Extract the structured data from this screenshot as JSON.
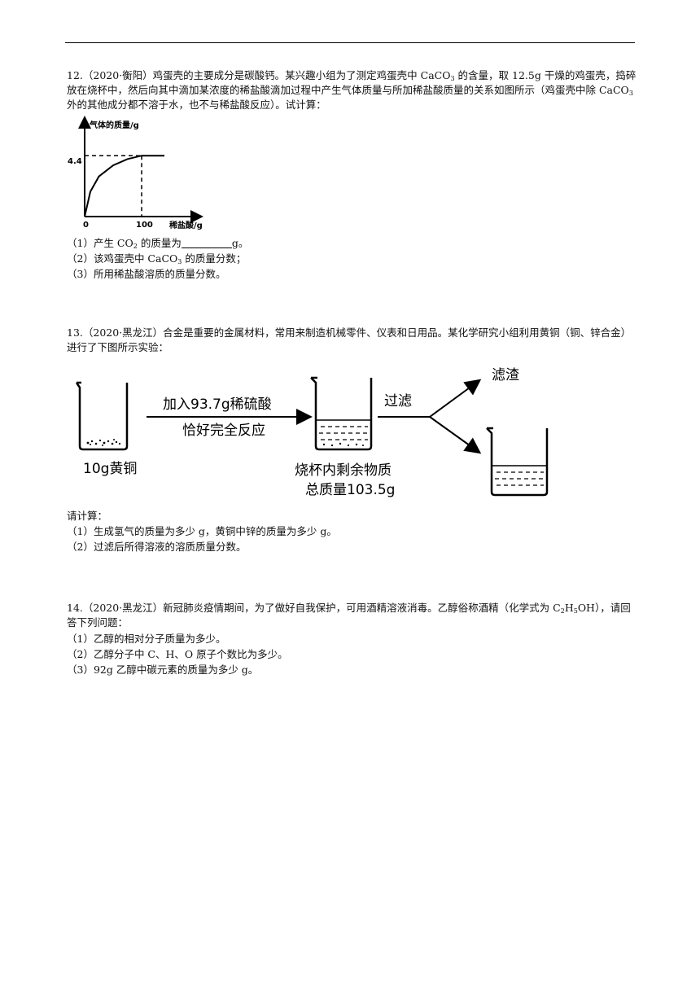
{
  "q12": {
    "text_a": "12.（2020·衡阳）鸡蛋壳的主要成分是碳酸钙。某兴趣小组为了测定鸡蛋壳中 CaCO",
    "text_b": " 的含量，取 12.5g 干燥的鸡蛋壳，捣碎放在烧杯中，然后向其中滴加某浓度的稀盐酸滴加过程中产生气体质量与所加稀盐酸质量的关系如图所示（鸡蛋壳中除 CaCO",
    "text_c": " 外的其他成分都不溶于水，也不与稀盐酸反应）。试计算：",
    "sub3": "3",
    "sub2": "2",
    "chart_data": {
      "type": "line",
      "ylabel": "气体的质量/g",
      "xlabel": "稀盐酸/g",
      "origin_label": "0",
      "x_tick": "100",
      "y_tick": "4.4",
      "series": [
        {
          "x": [
            0,
            10,
            25,
            50,
            75,
            100,
            140
          ],
          "y": [
            0,
            1.8,
            2.9,
            3.7,
            4.15,
            4.4,
            4.4
          ]
        }
      ]
    },
    "sub1_a": "（1）产生 CO",
    "sub1_b": " 的质量为",
    "sub1_c": "g。",
    "sub2_a": "（2）该鸡蛋壳中 CaCO",
    "sub2_b": " 的质量分数；",
    "sub3_text": "（3）所用稀盐酸溶质的质量分数。"
  },
  "q13": {
    "text": "13.（2020·黑龙江）合金是重要的金属材料，常用来制造机械零件、仪表和日用品。某化学研究小组利用黄铜（铜、锌合金）进行了下图所示实验：",
    "diagram": {
      "beaker1_label": "10g黄铜",
      "arrow1_line1": "加入93.7g稀硫酸",
      "arrow1_line2": "恰好完全反应",
      "beaker2_line1": "烧杯内剩余物质",
      "beaker2_line2": "总质量103.5g",
      "filter_label": "过滤",
      "residue_label": "滤渣"
    },
    "prompt": "请计算：",
    "sub1": "（1）生成氢气的质量为多少 g，黄铜中锌的质量为多少 g。",
    "sub2": "（2）过滤后所得溶液的溶质质量分数。"
  },
  "q14": {
    "text_a": "14.（2020·黑龙江）新冠肺炎疫情期间，为了做好自我保护，可用酒精溶液消毒。乙醇俗称酒精（化学式为 C",
    "text_b": "H",
    "text_c": "OH），请回答下列问题：",
    "sub_2": "2",
    "sub_5": "5",
    "sub1": "（1）乙醇的相对分子质量为多少。",
    "sub2": "（2）乙醇分子中 C、H、O 原子个数比为多少。",
    "sub3": "（3）92g 乙醇中碳元素的质量为多少 g。"
  }
}
